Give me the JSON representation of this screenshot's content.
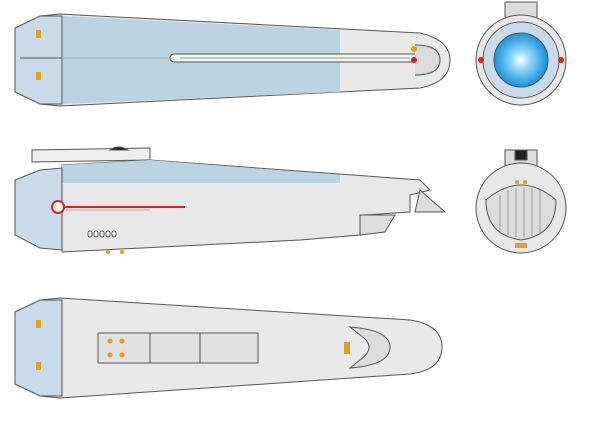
{
  "views": [
    {
      "id": "top",
      "kind": "plan-view"
    },
    {
      "id": "side",
      "kind": "side-elevation"
    },
    {
      "id": "bottom",
      "kind": "underside-view"
    },
    {
      "id": "front",
      "kind": "front-view"
    },
    {
      "id": "rear",
      "kind": "rear-view"
    }
  ],
  "colors": {
    "hull": "#e8e8e8",
    "hull_light": "#f4f4f4",
    "panel_blue": "#bcd3e4",
    "outline": "#555555",
    "accent_red": "#e0201c",
    "deflector_blue": "#2aa6e6",
    "engine_orange": "#e0a020",
    "dark": "#222222"
  }
}
